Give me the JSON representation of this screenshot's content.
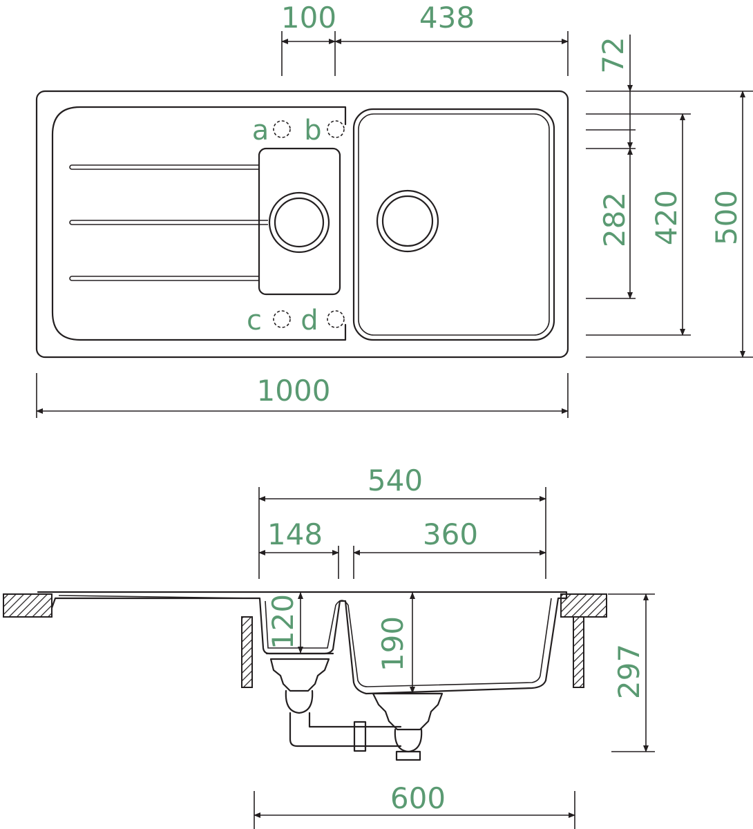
{
  "top_view": {
    "dims": {
      "d100": "100",
      "d438": "438",
      "d72": "72",
      "d282": "282",
      "d420": "420",
      "d500": "500",
      "d1000": "1000"
    },
    "holes": {
      "a": "a",
      "b": "b",
      "c": "c",
      "d": "d"
    }
  },
  "section_view": {
    "dims": {
      "d540": "540",
      "d148": "148",
      "d360": "360",
      "d120": "120",
      "d190": "190",
      "d297": "297",
      "d600": "600"
    }
  },
  "colors": {
    "label": "#5a9a72",
    "line": "#231f20"
  }
}
